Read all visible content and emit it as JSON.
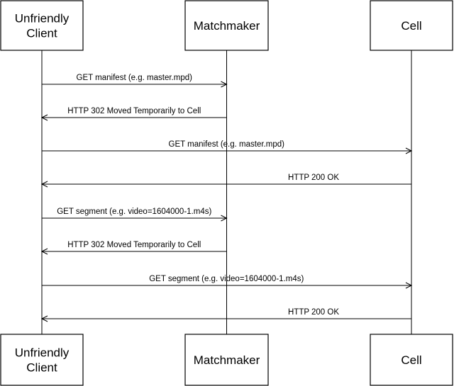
{
  "participants": [
    {
      "id": "client",
      "lines": [
        "Unfriendly",
        "Client"
      ]
    },
    {
      "id": "matchmaker",
      "lines": [
        "Matchmaker"
      ]
    },
    {
      "id": "cell",
      "lines": [
        "Cell"
      ]
    }
  ],
  "messages": [
    {
      "from": "client",
      "to": "matchmaker",
      "label": "GET manifest (e.g. master.mpd)"
    },
    {
      "from": "matchmaker",
      "to": "client",
      "label": "HTTP 302 Moved Temporarily to Cell"
    },
    {
      "from": "client",
      "to": "cell",
      "label": "GET manifest (e.g. master.mpd)"
    },
    {
      "from": "cell",
      "to": "client",
      "label": "HTTP 200 OK"
    },
    {
      "from": "client",
      "to": "matchmaker",
      "label": "GET segment (e.g. video=1604000-1.m4s)"
    },
    {
      "from": "matchmaker",
      "to": "client",
      "label": "HTTP 302 Moved Temporarily to Cell"
    },
    {
      "from": "client",
      "to": "cell",
      "label": "GET segment (e.g. video=1604000-1.m4s)"
    },
    {
      "from": "cell",
      "to": "client",
      "label": "HTTP 200 OK"
    }
  ]
}
